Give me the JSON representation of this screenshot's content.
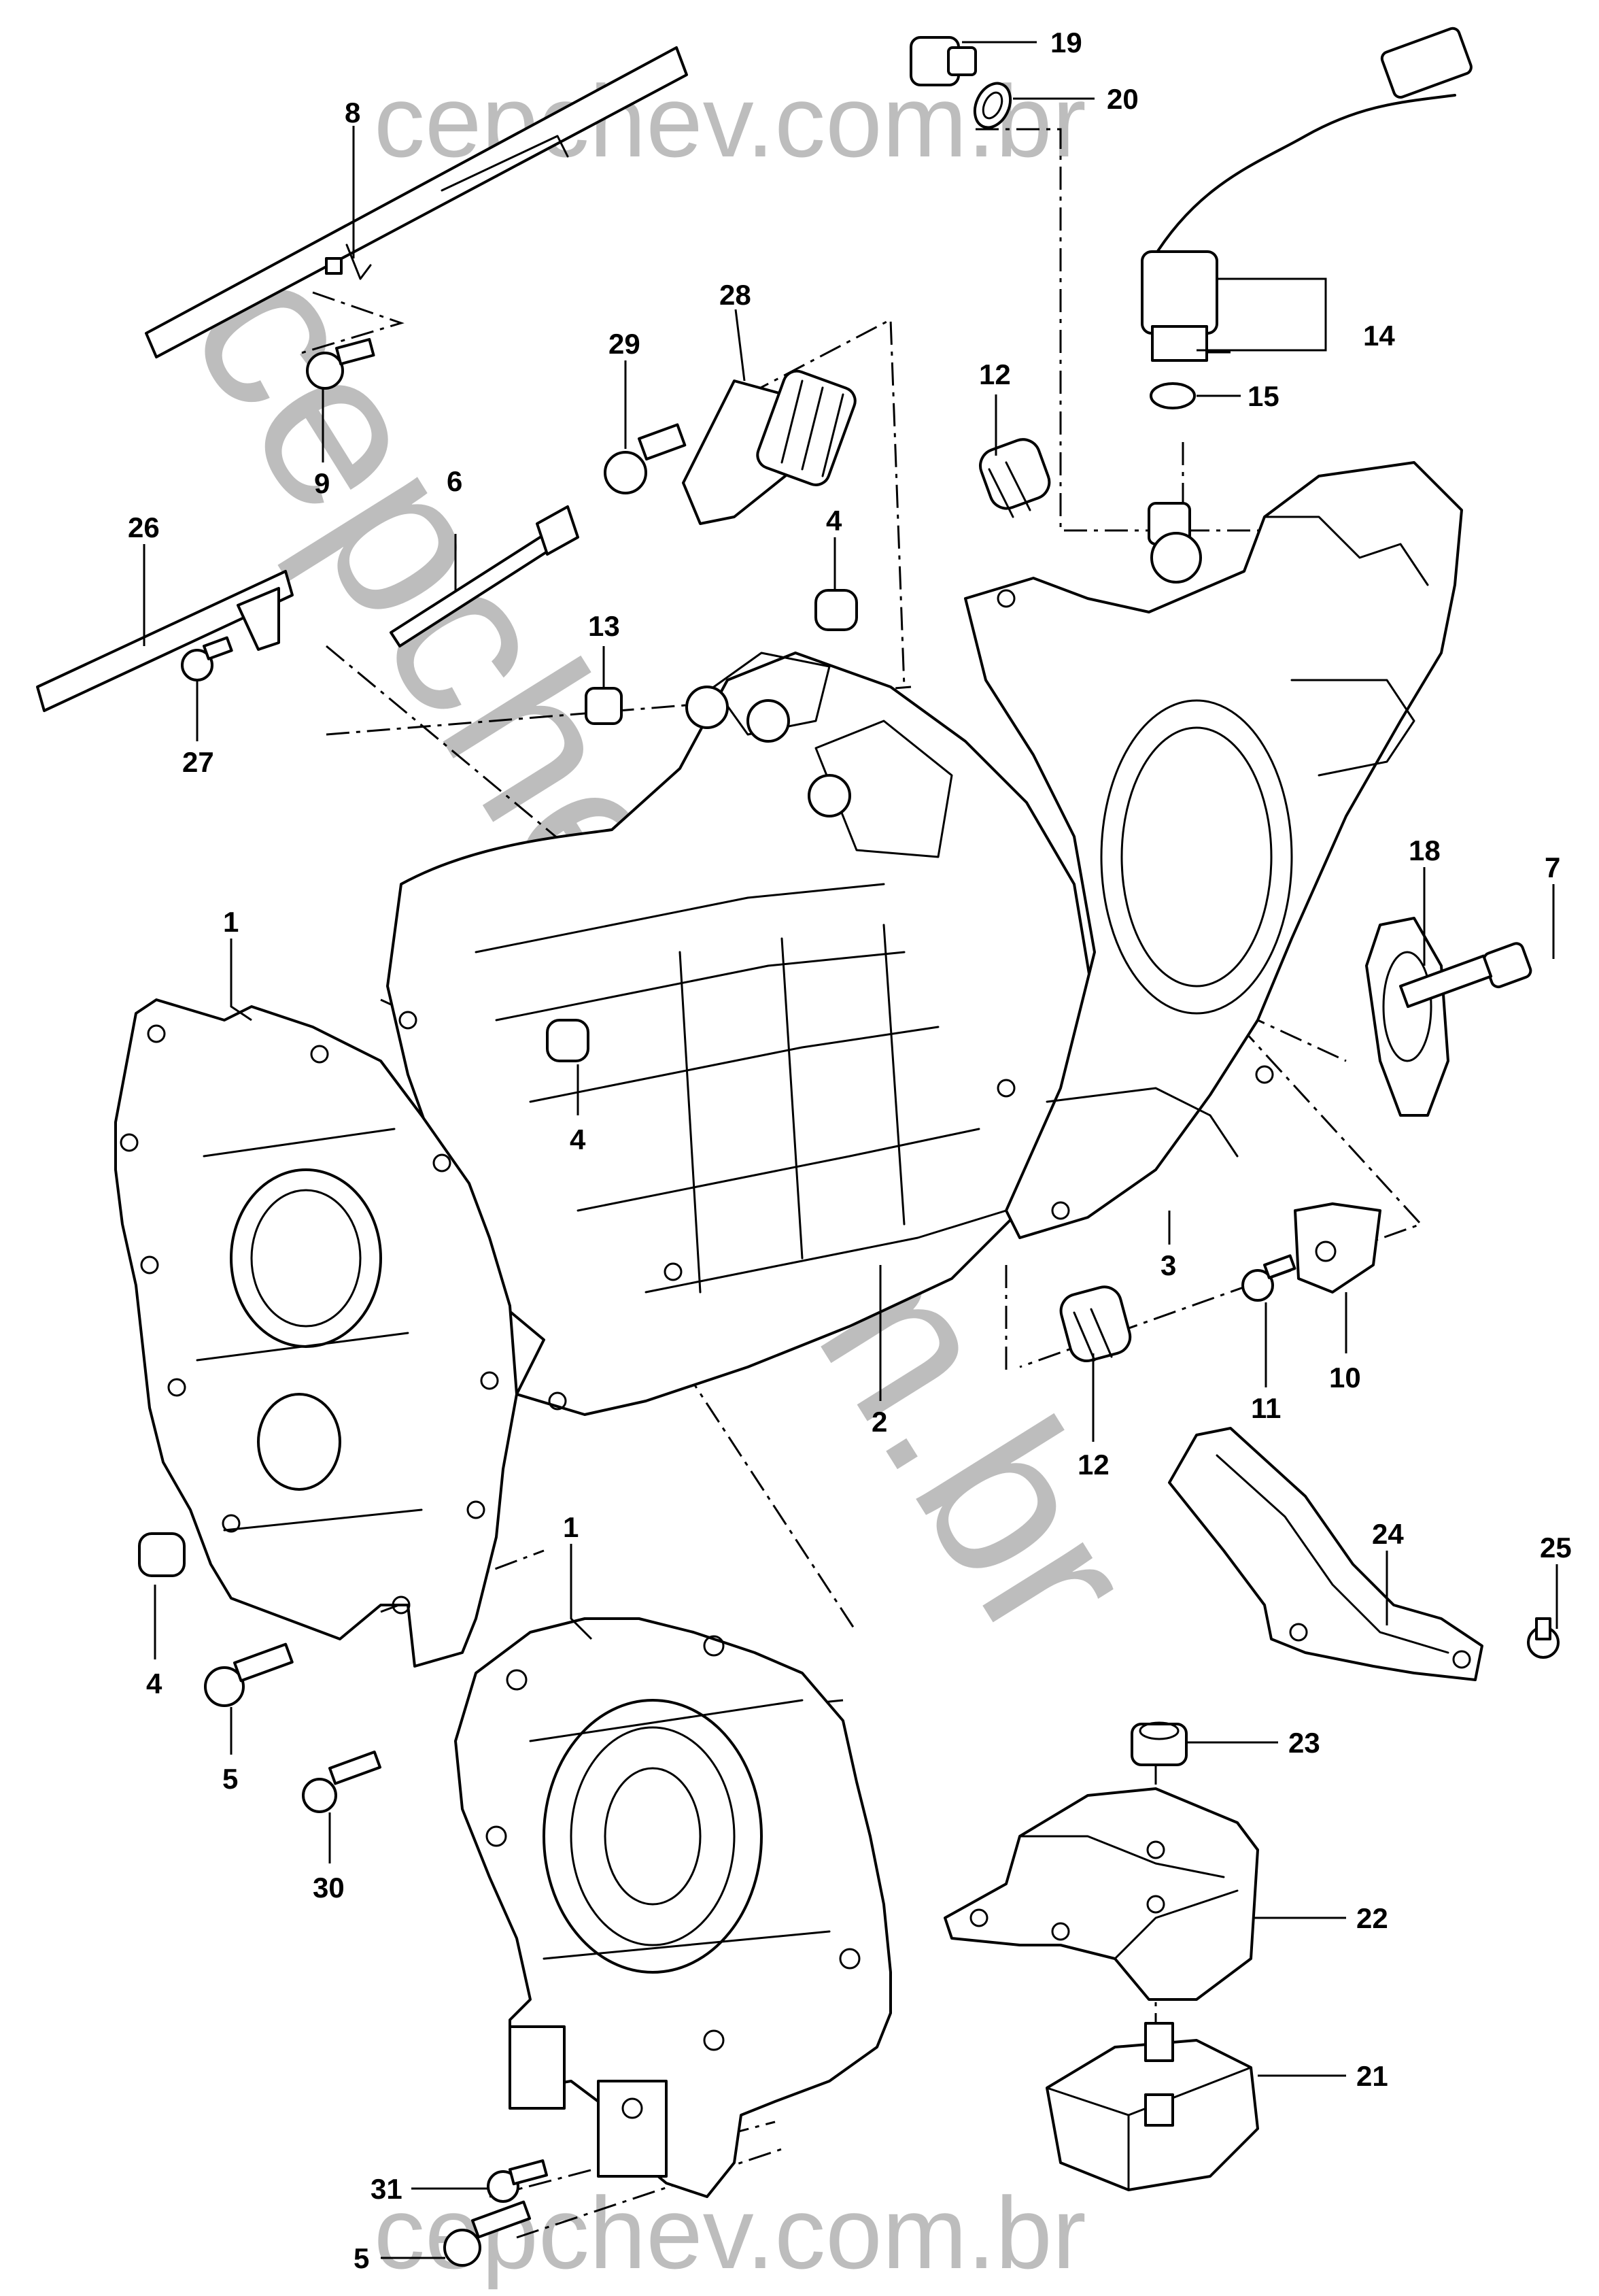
{
  "watermark": {
    "top": "cepchev.com.br",
    "bottom": "cepchev.com.br",
    "diagonal": "cepchev.com.br",
    "color": "#bdbdbd"
  },
  "callouts": {
    "c19": "19",
    "c20": "20",
    "c8": "8",
    "c14": "14",
    "c15": "15",
    "c28": "28",
    "c29": "29",
    "c9": "9",
    "c12a": "12",
    "c6": "6",
    "c26": "26",
    "c4a": "4",
    "c13": "13",
    "c27": "27",
    "c18": "18",
    "c7": "7",
    "c1a": "1",
    "c4b": "4",
    "c3": "3",
    "c11": "11",
    "c10": "10",
    "c2": "2",
    "c12b": "12",
    "c24": "24",
    "c25": "25",
    "c1b": "1",
    "c4c": "4",
    "c5a": "5",
    "c30": "30",
    "c23": "23",
    "c22": "22",
    "c21": "21",
    "c31": "31",
    "c5b": "5"
  }
}
